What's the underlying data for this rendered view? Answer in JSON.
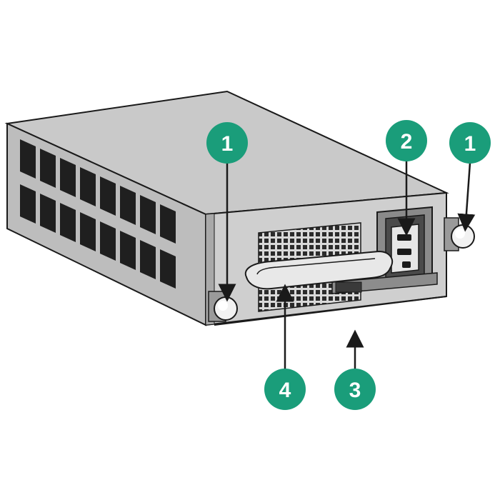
{
  "diagram": {
    "callout_color": "#1a9d7a",
    "callouts": [
      {
        "id": "1",
        "label": "1"
      },
      {
        "id": "2",
        "label": "2"
      },
      {
        "id": "1b",
        "label": "1"
      },
      {
        "id": "4",
        "label": "4"
      },
      {
        "id": "3",
        "label": "3"
      }
    ]
  }
}
